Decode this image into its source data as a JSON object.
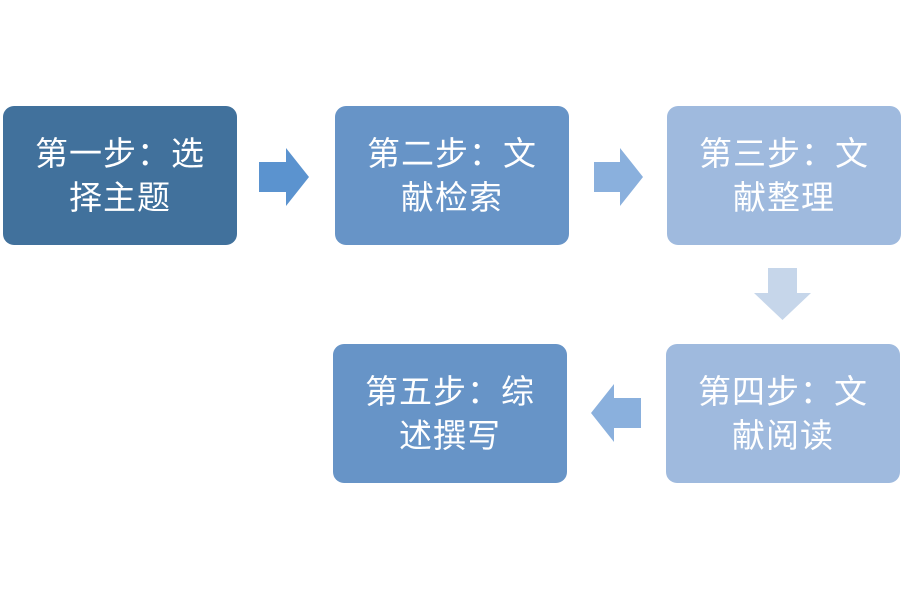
{
  "steps": [
    {
      "label": "第一步：选择主题",
      "color": "#41719c"
    },
    {
      "label": "第二步：文献检索",
      "color": "#6794c7"
    },
    {
      "label": "第三步：文献整理",
      "color": "#9fbade"
    },
    {
      "label": "第四步：文献阅读",
      "color": "#9fbade"
    },
    {
      "label": "第五步：综述撰写",
      "color": "#6794c7"
    }
  ],
  "arrows": [
    {
      "direction": "right",
      "color": "#5b93cf"
    },
    {
      "direction": "right",
      "color": "#8ab0dd"
    },
    {
      "direction": "down",
      "color": "#c6d6ea"
    },
    {
      "direction": "left",
      "color": "#8ab0dd"
    }
  ]
}
